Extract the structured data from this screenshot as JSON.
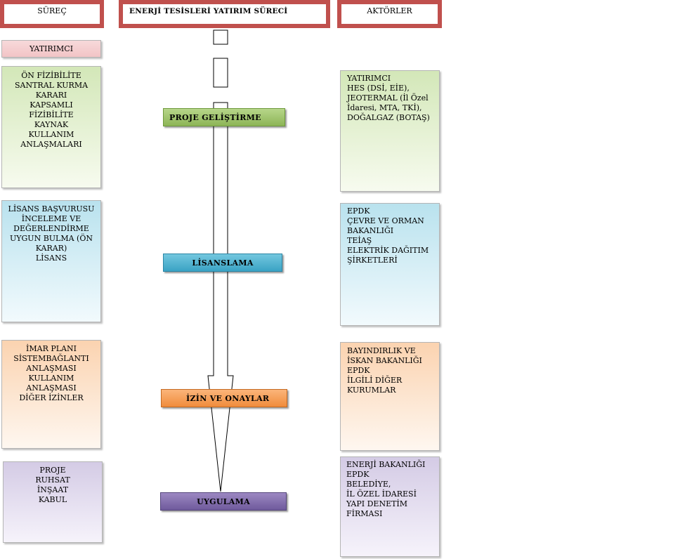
{
  "headers": {
    "surec": "SÜREÇ",
    "title": "ENERJİ TESİSLERİ YATIRIM SÜRECİ",
    "aktorler": "AKTÖRLER"
  },
  "yatirimci_label": "YATIRIMCI",
  "process": [
    "ÖN FİZİBİLİTE\nSANTRAL KURMA\nKARARI\nKAPSAMLI\nFİZİBİLİTE\nKAYNAK\nKULLANIM\nANLAŞMALARI",
    "LİSANS BAŞVURUSU\nİNCELEME VE\nDEĞERLENDİRME\nUYGUN BULMA (ÖN\nKARAR)\nLİSANS",
    "İMAR PLANI\nSİSTEMBAĞLANTI\nANLAŞMASI\nKULLANIM\nANLAŞMASI\nDİĞER İZİNLER",
    "PROJE\nRUHSAT\nİNŞAAT\nKABUL"
  ],
  "stages": [
    "PROJE GELİŞTİRME",
    "LİSANSLAMA",
    "İZİN VE ONAYLAR",
    "UYGULAMA"
  ],
  "actors": [
    "YATIRIMCI\nHES (DSİ, EİE),\nJEOTERMAL (İl Özel\nİdaresi, MTA, TKİ),\nDOĞALGAZ (BOTAŞ)",
    "EPDK\nÇEVRE VE ORMAN\nBAKANLIĞI\nTEİAŞ\nELEKTRİK DAĞITIM\nŞİRKETLERİ",
    "BAYINDIRLIK VE\nİSKAN BAKANLIĞI\nEPDK\nİLGİLİ DİĞER\nKURUMLAR",
    "ENERJİ BAKANLIĞI\nEPDK\nBELEDİYE,\n İL ÖZEL İDARESİ\nYAPI DENETİM\nFİRMASI"
  ],
  "colors": {
    "header_border": "#c0504d",
    "green": "#9bbb59",
    "blue": "#4bacc6",
    "orange": "#f79646",
    "purple": "#8064a2"
  }
}
